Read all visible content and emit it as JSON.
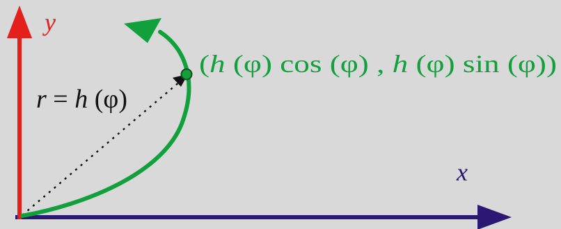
{
  "axes": {
    "x_label": "x",
    "y_label": "y",
    "x_color": "#2b1873",
    "y_color": "#e3201b"
  },
  "curve": {
    "color": "#12a03c",
    "point_label": {
      "open": "(",
      "h1": "h",
      "arg1": " (φ) cos (φ) , ",
      "h2": "h",
      "arg2": " (φ) sin (φ))"
    }
  },
  "radius": {
    "color": "#111111",
    "label": {
      "r": "r",
      "eq": " = ",
      "h": "h",
      "arg": " (φ)"
    }
  }
}
